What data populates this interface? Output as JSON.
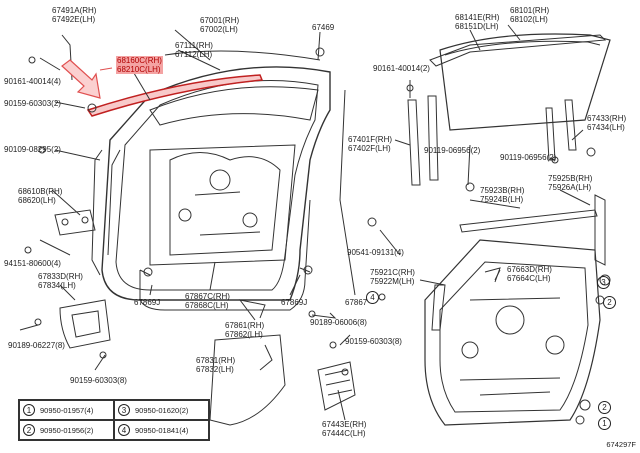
{
  "labels": {
    "p67491": [
      "67491A(RH)",
      "67492E(LH)"
    ],
    "p90161a": "90161-40014(4)",
    "p90159a": "90159-60303(2)",
    "p68160": [
      "68160C(RH)",
      "68210C(LH)"
    ],
    "p67001": [
      "67001(RH)",
      "67002(LH)"
    ],
    "p67111": [
      "67111(RH)",
      "67112(LH)"
    ],
    "p67469": "67469",
    "p90109": "90109-08295(2)",
    "p68610": [
      "68610B(RH)",
      "68620(LH)"
    ],
    "p94151": "94151-80600(4)",
    "p67833": [
      "67833D(RH)",
      "67834(LH)"
    ],
    "p90189a": "90189-06227(8)",
    "p90159b": "90159-60303(8)",
    "p67869a": "67869J",
    "p67867c": [
      "67867C(RH)",
      "67868C(LH)"
    ],
    "p67869b": "67869J",
    "p67867": "67867",
    "p67861": [
      "67861(RH)",
      "67862(LH)"
    ],
    "p67831": [
      "67831(RH)",
      "67832(LH)"
    ],
    "p90189b": "90189-06006(8)",
    "p90159c": "90159-60303(8)",
    "p67443": [
      "67443E(RH)",
      "67444C(LH)"
    ],
    "p68141": [
      "68141E(RH)",
      "68151D(LH)"
    ],
    "p68101": [
      "68101(RH)",
      "68102(LH)"
    ],
    "p90161b": "90161-40014(2)",
    "p67401": [
      "67401F(RH)",
      "67402F(LH)"
    ],
    "p90119a": "90119-06956(2)",
    "p90119b": "90119-06956(2)",
    "p67433": [
      "67433(RH)",
      "67434(LH)"
    ],
    "p75923": [
      "75923B(RH)",
      "75924B(LH)"
    ],
    "p75925": [
      "75925B(RH)",
      "75926A(LH)"
    ],
    "p90541": "90541-09131(4)",
    "p75921": [
      "75921C(RH)",
      "75922M(LH)"
    ],
    "p67663": [
      "67663D(RH)",
      "67664C(LH)"
    ],
    "c4": "4",
    "c3": "3",
    "c2a": "2",
    "c2b": "2",
    "c1": "1"
  },
  "legend": [
    {
      "num": "1",
      "part": "90950-01957(4)"
    },
    {
      "num": "3",
      "part": "90950-01620(2)"
    },
    {
      "num": "2",
      "part": "90950-01956(2)"
    },
    {
      "num": "4",
      "part": "90950-01841(4)"
    }
  ],
  "figure_id": "674297F",
  "colors": {
    "highlight_fill": "#f4a3a3",
    "highlight_text": "#b00000",
    "arrow": "#e05050",
    "line": "#333333"
  }
}
